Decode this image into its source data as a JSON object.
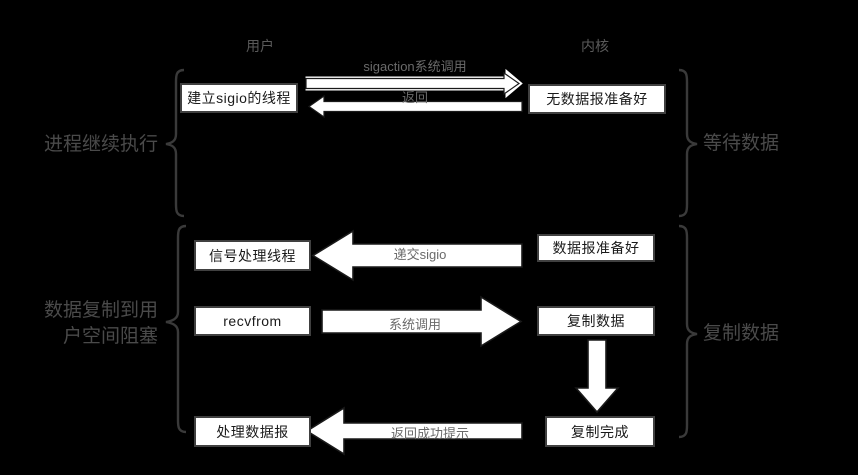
{
  "diagram": {
    "title": "signal-driven-io-flow",
    "background_color": "#000000",
    "box_fill": "#ffffff",
    "box_border": "#404040",
    "arrow_fill": "#ffffff",
    "arrow_stroke": "#ffffff",
    "label_color": "#4a4a4a",
    "column_headers": [
      {
        "name": "user-column-header",
        "label": "用户"
      },
      {
        "name": "kernel-column-header",
        "label": "内核"
      }
    ],
    "boxes": [
      {
        "name": "box-create-sigio-thread",
        "label": "建立sigio的线程"
      },
      {
        "name": "box-no-datagram-ready",
        "label": "无数据报准备好"
      },
      {
        "name": "box-signal-handler-thread",
        "label": "信号处理线程"
      },
      {
        "name": "box-datagram-ready",
        "label": "数据报准备好"
      },
      {
        "name": "box-recvfrom",
        "label": "recvfrom"
      },
      {
        "name": "box-copy-data",
        "label": "复制数据"
      },
      {
        "name": "box-process-datagram",
        "label": "处理数据报"
      },
      {
        "name": "box-copy-complete",
        "label": "复制完成"
      }
    ],
    "arrows": [
      {
        "name": "arrow-sigaction-syscall",
        "label": "sigaction系统调用",
        "direction": "right"
      },
      {
        "name": "arrow-return",
        "label": "返回",
        "direction": "left"
      },
      {
        "name": "arrow-deliver-sigio",
        "label": "递交sigio",
        "direction": "left"
      },
      {
        "name": "arrow-syscall",
        "label": "系统调用",
        "direction": "right"
      },
      {
        "name": "arrow-copy-down",
        "label": "",
        "direction": "down"
      },
      {
        "name": "arrow-return-success",
        "label": "返回成功提示",
        "direction": "left"
      }
    ],
    "side_labels": [
      {
        "name": "label-process-continues",
        "label": "进程继续执行",
        "side": "left"
      },
      {
        "name": "label-wait-for-data",
        "label": "等待数据",
        "side": "right"
      },
      {
        "name": "label-copy-to-user-line1",
        "label": "数据复制到用",
        "side": "left"
      },
      {
        "name": "label-copy-to-user-line2",
        "label": "户空间阻塞",
        "side": "left"
      },
      {
        "name": "label-copy-data-phase",
        "label": "复制数据",
        "side": "right"
      }
    ]
  }
}
